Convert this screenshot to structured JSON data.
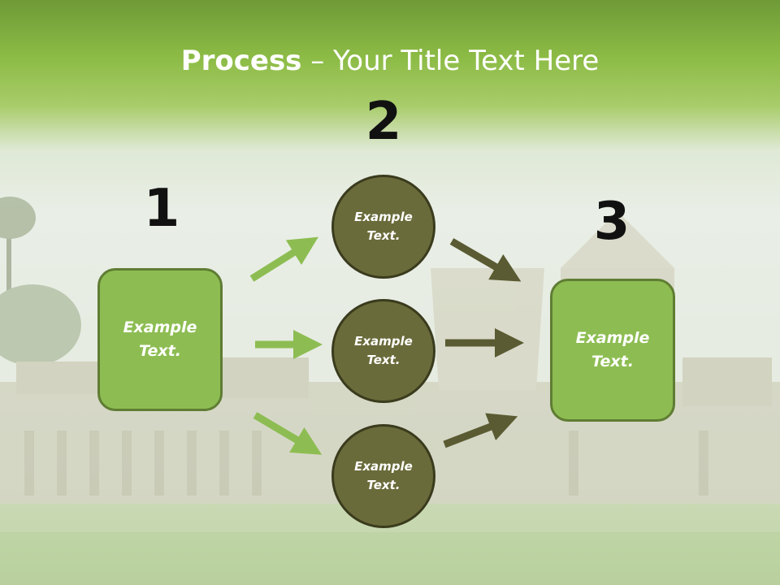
{
  "title": {
    "bold": "Process",
    "rest": " – Your Title Text Here"
  },
  "steps": {
    "one": {
      "number": "1",
      "label": "Example Text."
    },
    "two": {
      "number": "2"
    },
    "three": {
      "number": "3",
      "label": "Example Text."
    }
  },
  "circles": [
    {
      "label": "Example Text."
    },
    {
      "label": "Example Text."
    },
    {
      "label": "Example Text."
    }
  ],
  "colors": {
    "light_green": "#8dbd52",
    "dark_olive": "#6a6b3a",
    "arrow_light": "#8dbd52",
    "arrow_dark": "#5a5b32"
  }
}
